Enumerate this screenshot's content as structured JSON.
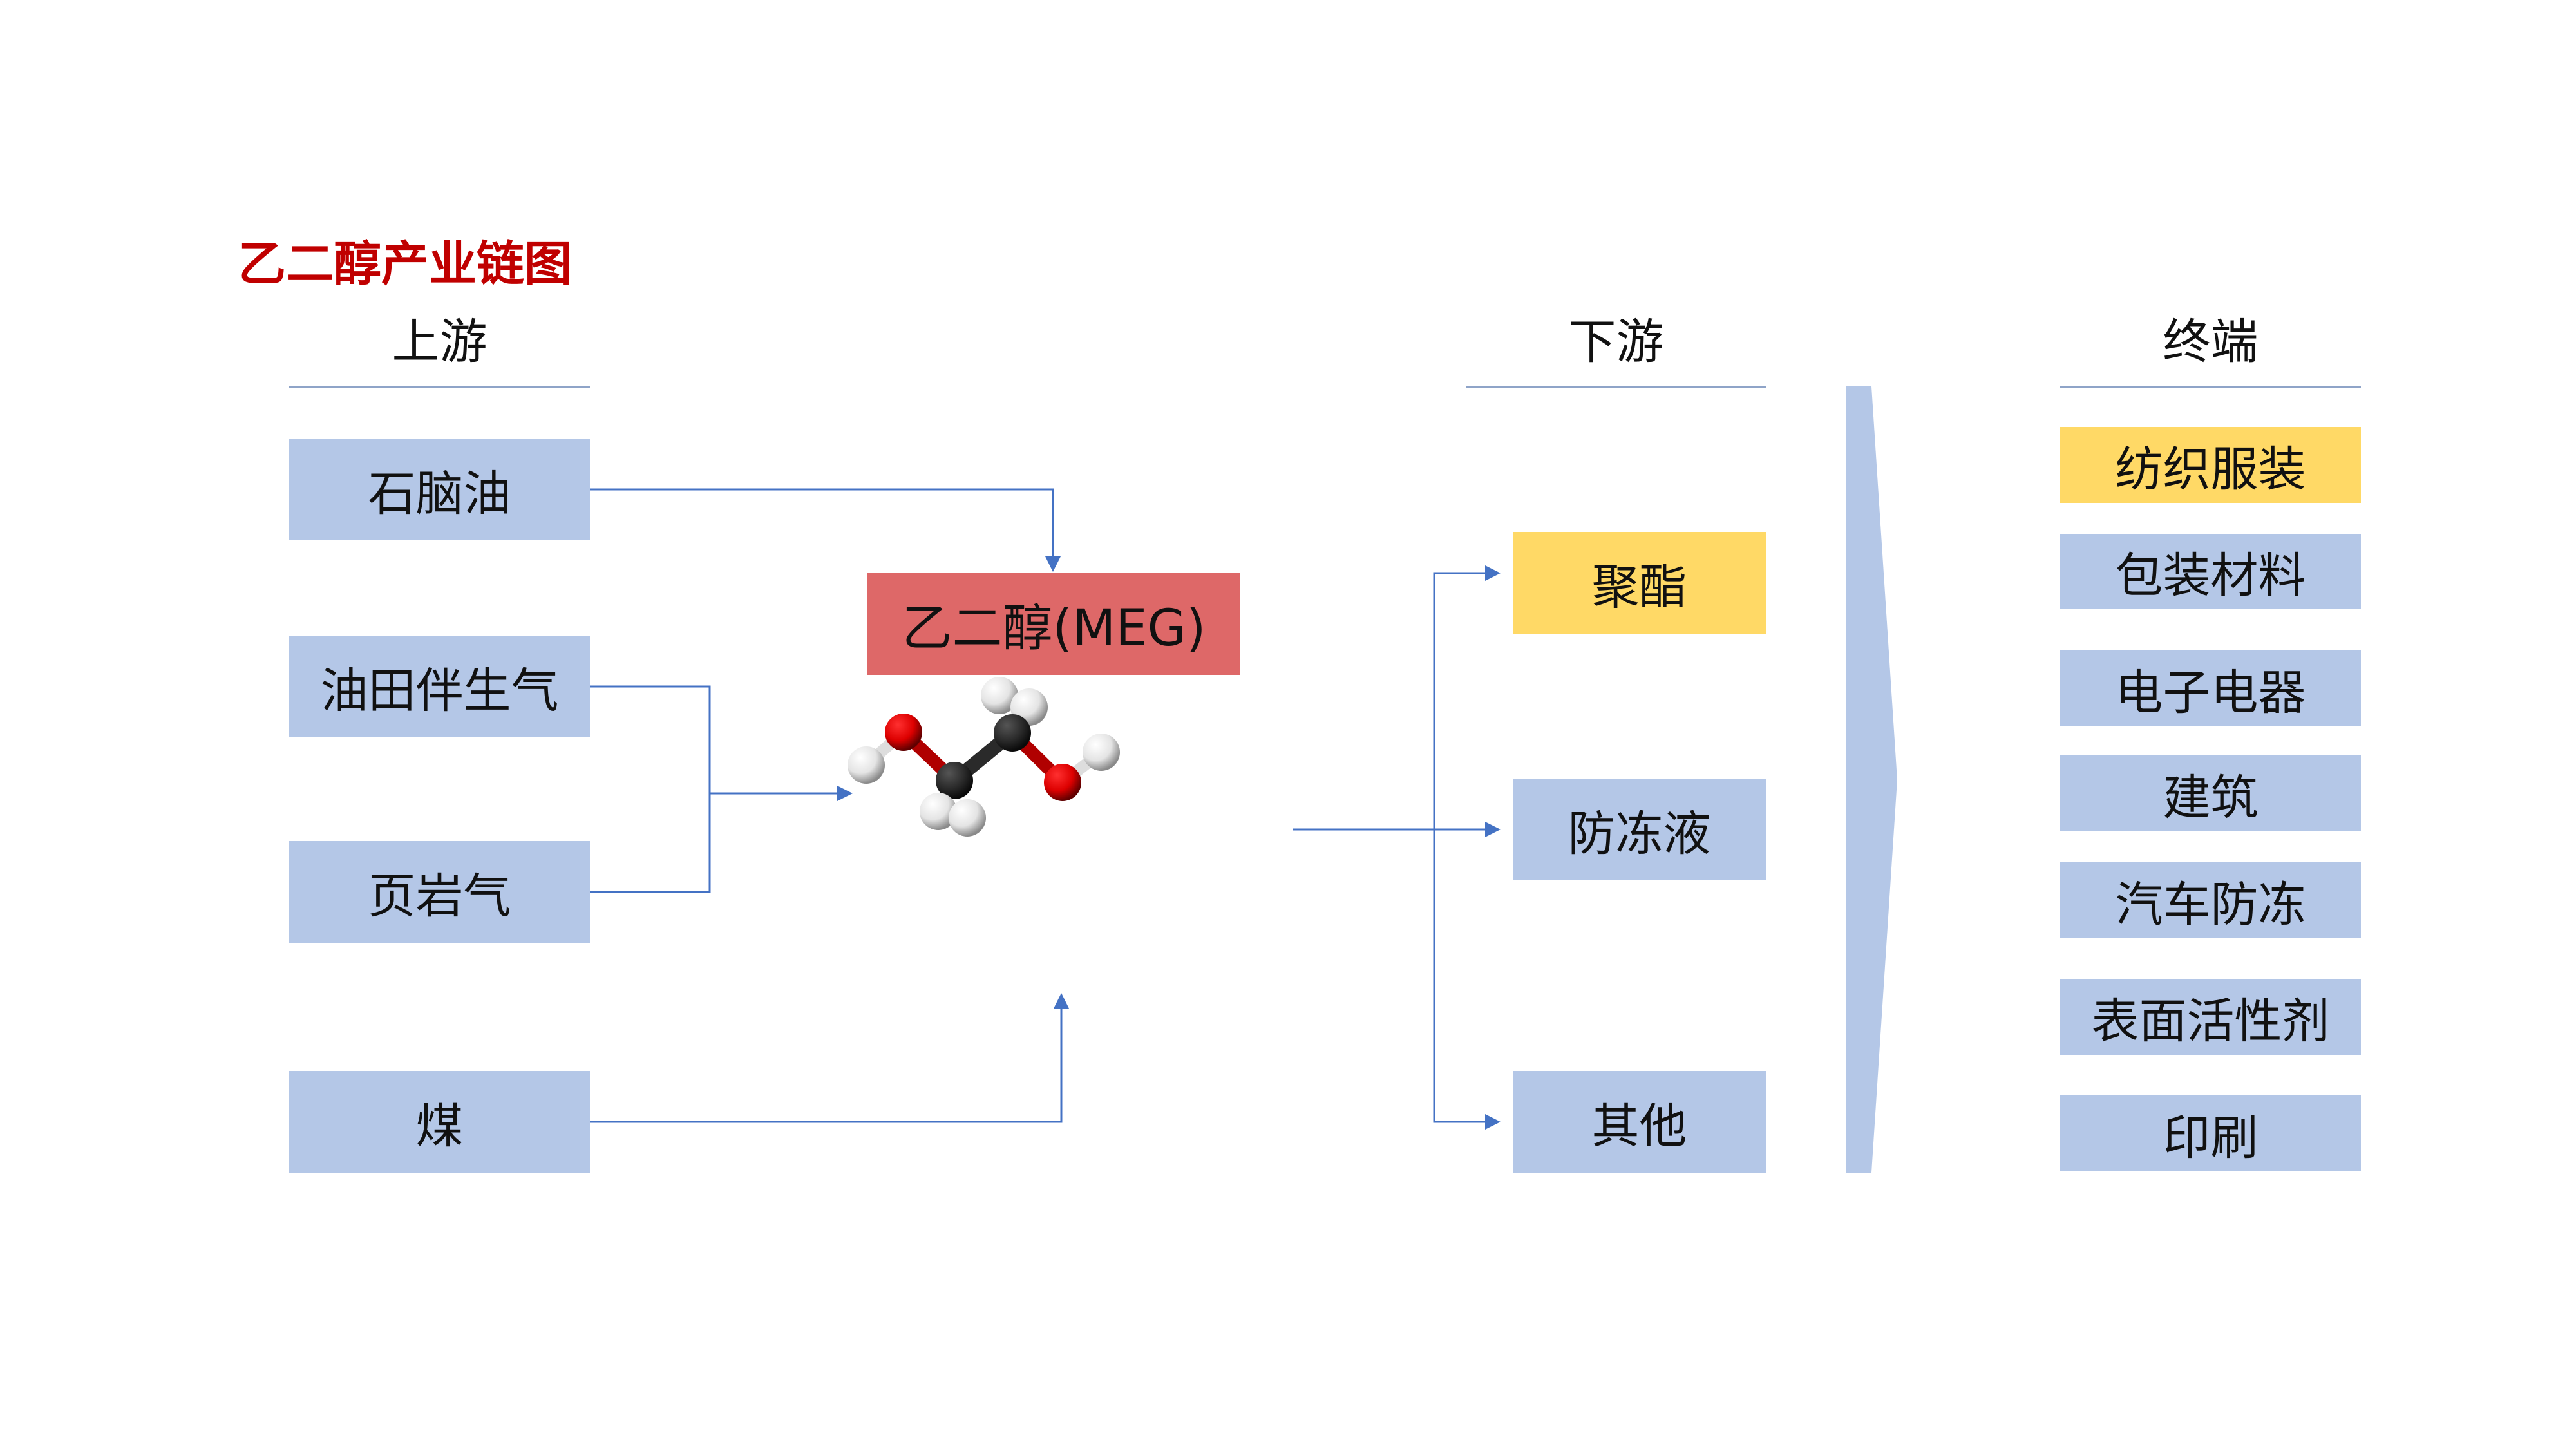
{
  "title": "乙二醇产业链图",
  "headers": {
    "upstream": "上游",
    "downstream": "下游",
    "terminal": "终端"
  },
  "upstream": [
    "石脑油",
    "油田伴生气",
    "页岩气",
    "煤"
  ],
  "center": {
    "label": "乙二醇(MEG)",
    "image": "ethylene-glycol-ball-and-stick-molecule"
  },
  "downstream": [
    "聚酯",
    "防冻液",
    "其他"
  ],
  "terminal": [
    "纺织服装",
    "包装材料",
    "电子电器",
    "建筑",
    "汽车防冻",
    "表面活性剂",
    "印刷"
  ],
  "colors": {
    "title": "#C00000",
    "box": "#B4C7E7",
    "highlight": "#FFD966",
    "center": "#DE6868",
    "connector": "#4472C4"
  }
}
